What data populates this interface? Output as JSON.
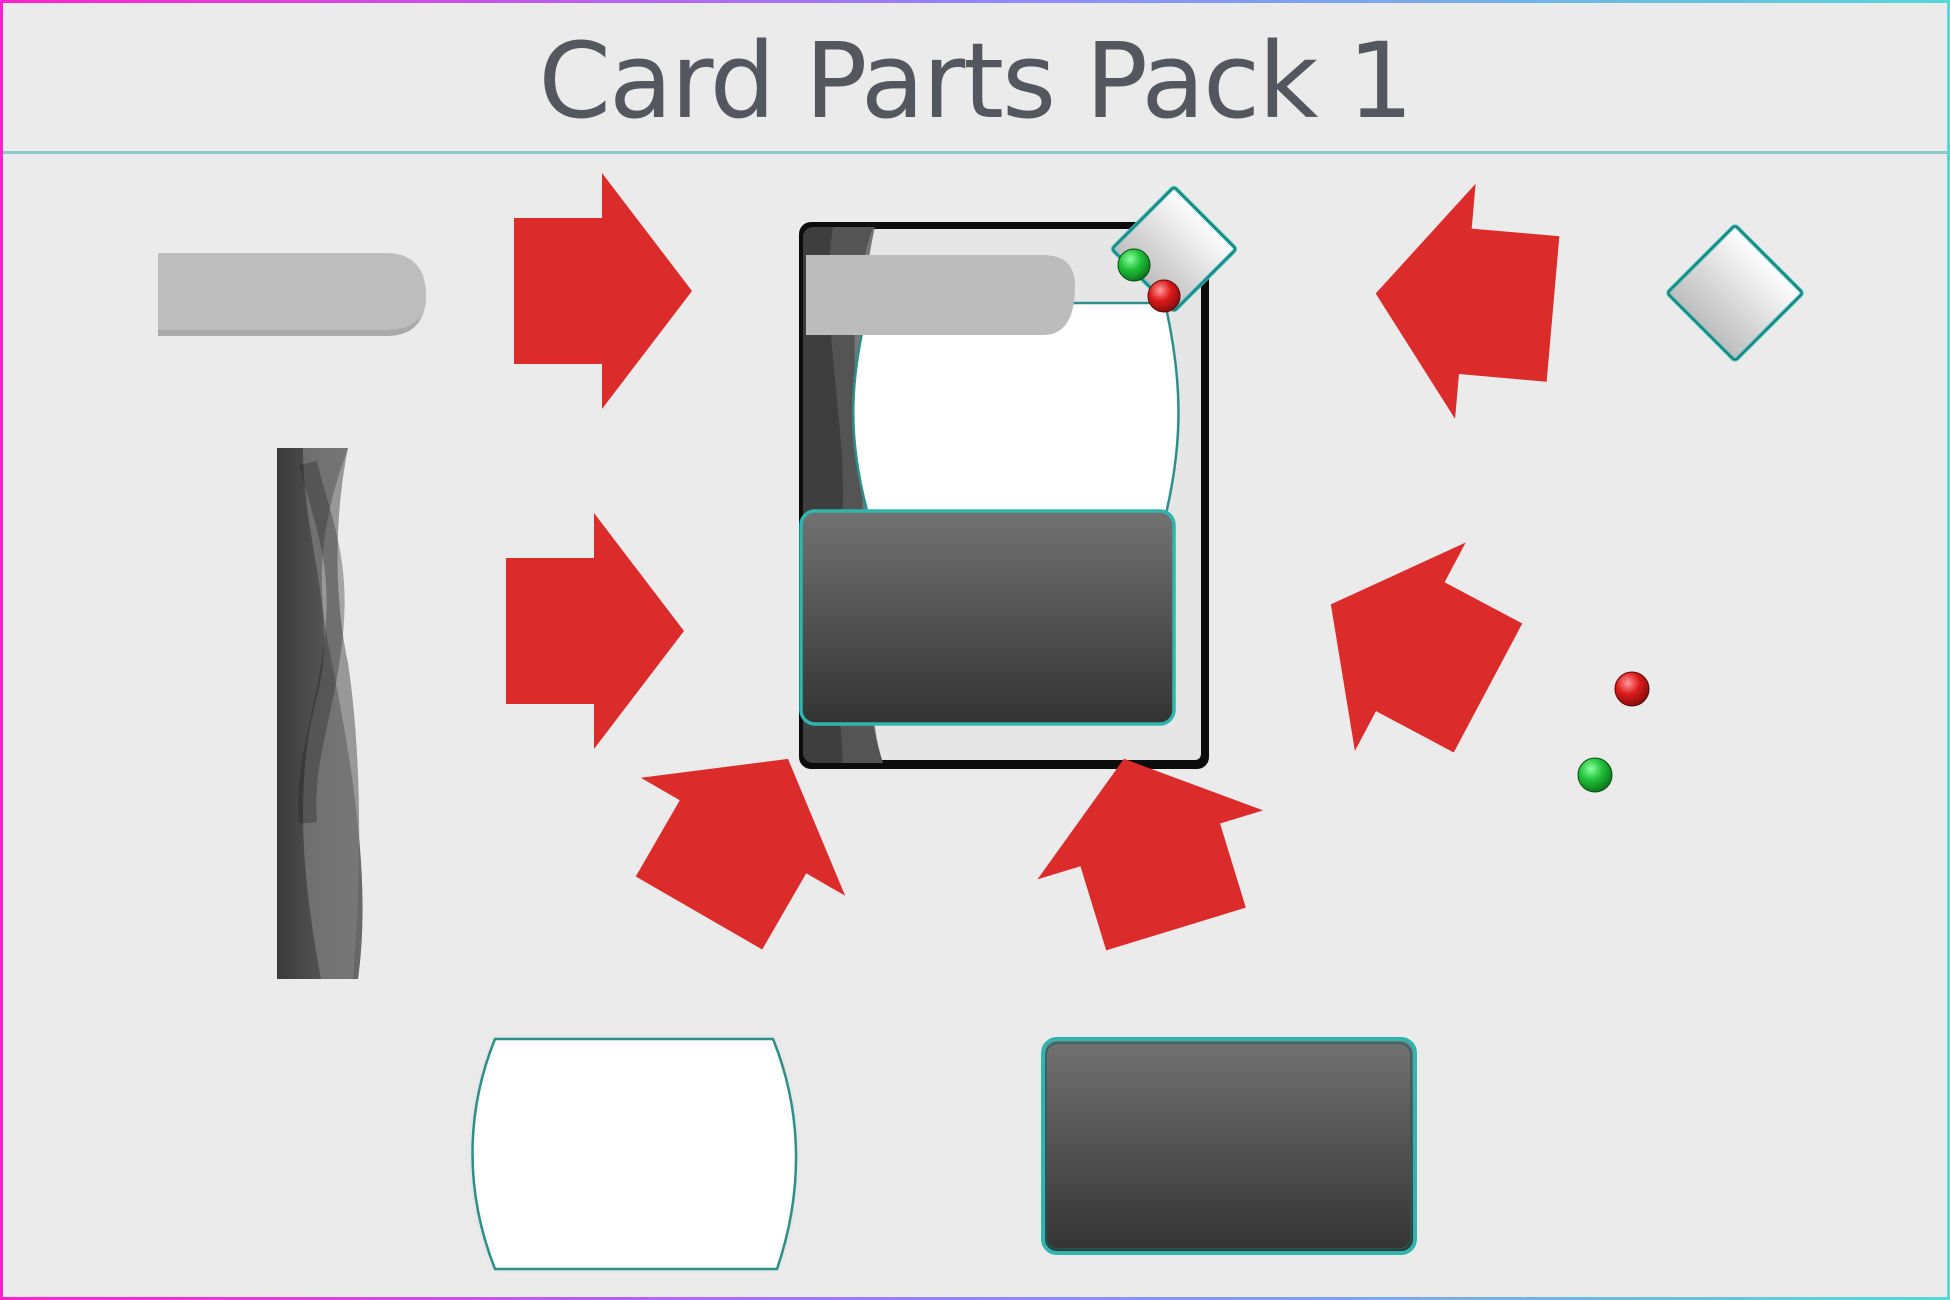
{
  "title": "Card Parts Pack 1",
  "colors": {
    "background": "#ebebeb",
    "arrow": "#dc2b2b",
    "accent_border": "#2fb5ad",
    "gem_green": "#1fc23a",
    "gem_red": "#dd1a1a",
    "dark_panel_top": "#717171",
    "dark_panel_bottom": "#333333"
  },
  "parts": [
    {
      "name": "name-banner",
      "icon": "rounded-banner"
    },
    {
      "name": "side-ribbon",
      "icon": "wavy-ribbon"
    },
    {
      "name": "cost-diamond",
      "icon": "diamond"
    },
    {
      "name": "gem-dots",
      "icon": "red-green-gems"
    },
    {
      "name": "art-window",
      "icon": "bulged-frame"
    },
    {
      "name": "text-box",
      "icon": "dark-panel"
    }
  ],
  "assembled_card": {
    "icon": "card-preview"
  }
}
